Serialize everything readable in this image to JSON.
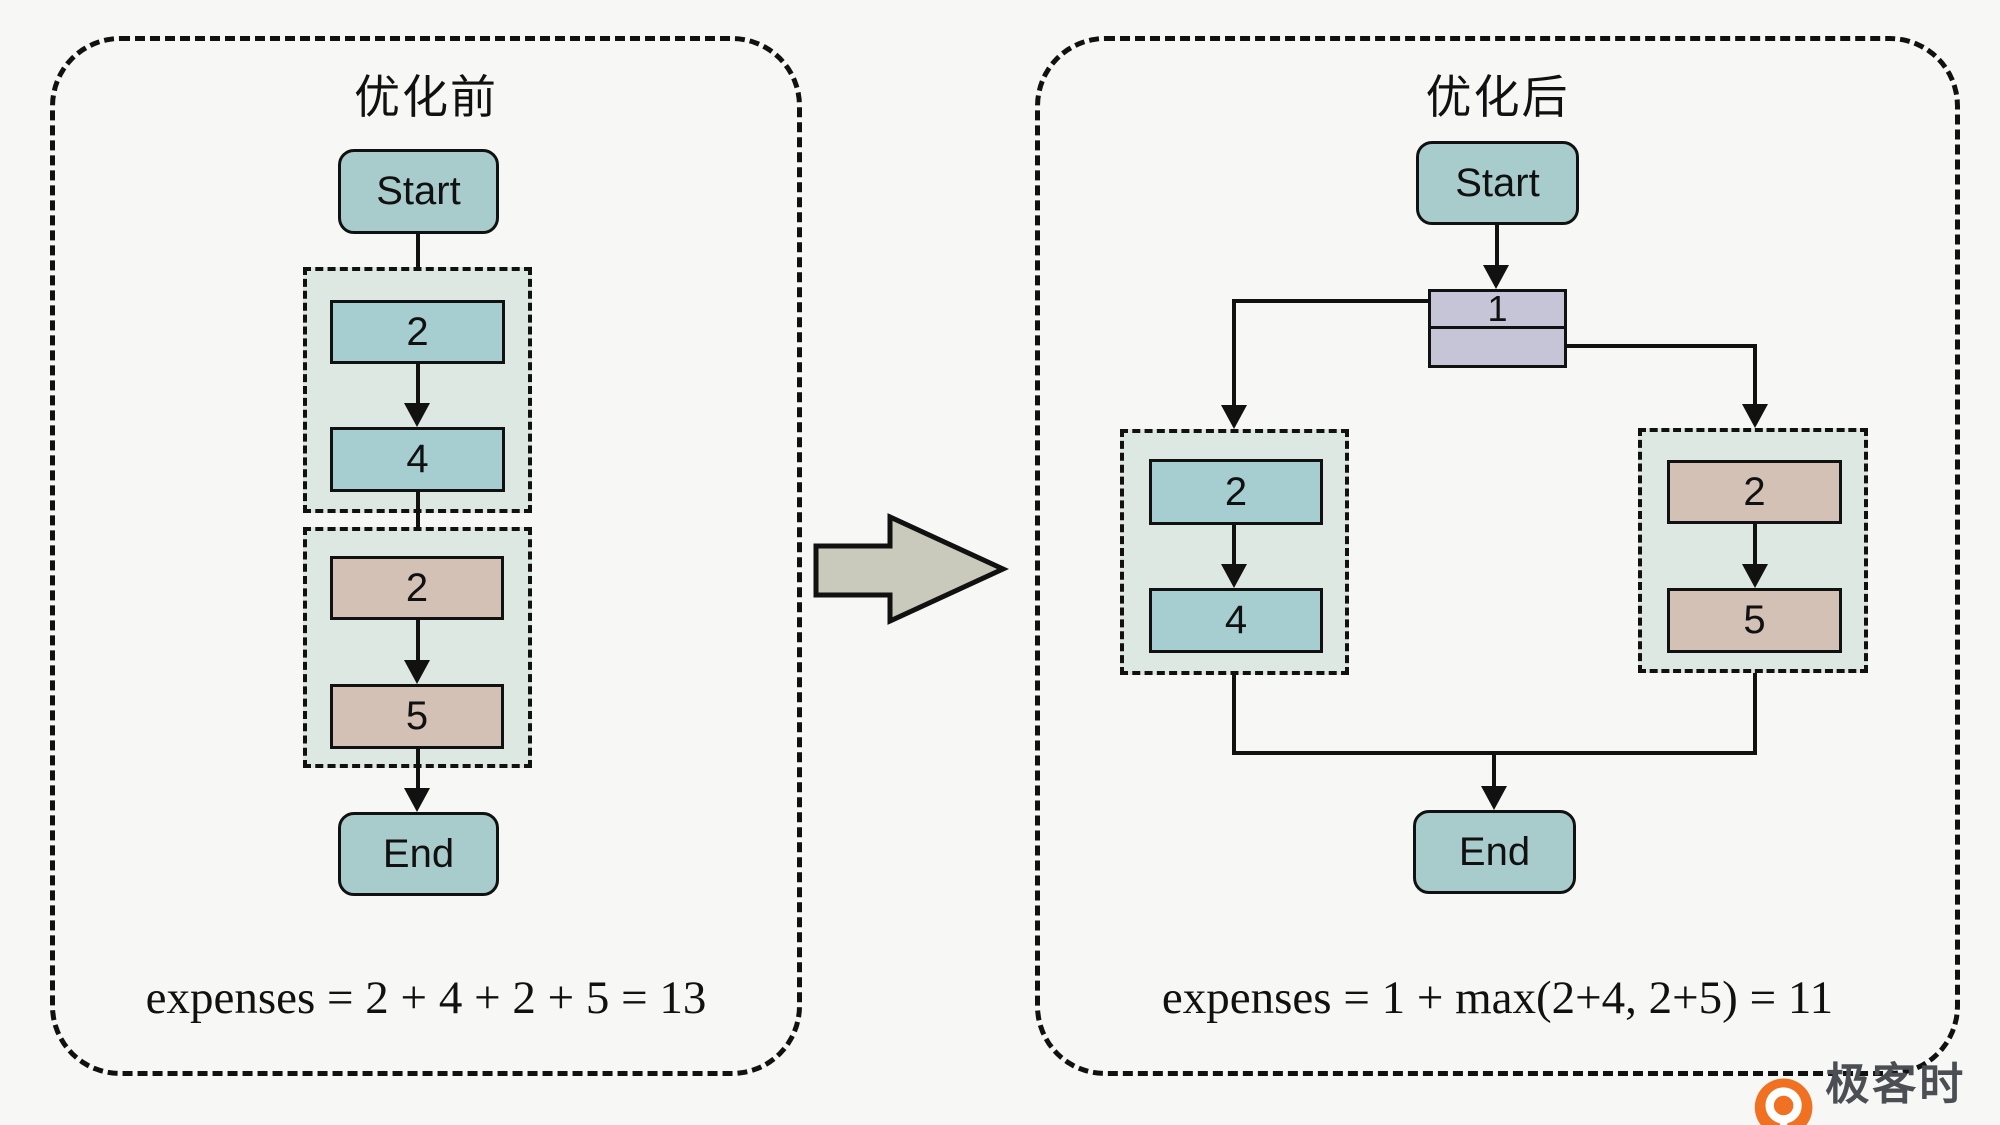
{
  "colors": {
    "bg": "#f7f7f5",
    "line": "#111111",
    "node_teal": "#a8cccb",
    "box_teal": "#a6ced0",
    "box_tan": "#d3c1b6",
    "node_purple": "#c6c4d7",
    "group_bg": "#dde8e3",
    "arrow_gray": "#c9c9bc",
    "logo_orange": "#f07122",
    "logo_text": "#4b4e53"
  },
  "before": {
    "title": "优化前",
    "start_label": "Start",
    "end_label": "End",
    "stage1_boxes": [
      "2",
      "4"
    ],
    "stage2_boxes": [
      "2",
      "5"
    ],
    "formula": "expenses = 2 + 4 + 2 + 5 = 13"
  },
  "after": {
    "title": "优化后",
    "start_label": "Start",
    "end_label": "End",
    "split_node_label": "1",
    "left_branch_boxes": [
      "2",
      "4"
    ],
    "right_branch_boxes": [
      "2",
      "5"
    ],
    "formula": "expenses = 1 + max(2+4, 2+5) = 11"
  },
  "watermark": {
    "brand": "极客时间"
  }
}
